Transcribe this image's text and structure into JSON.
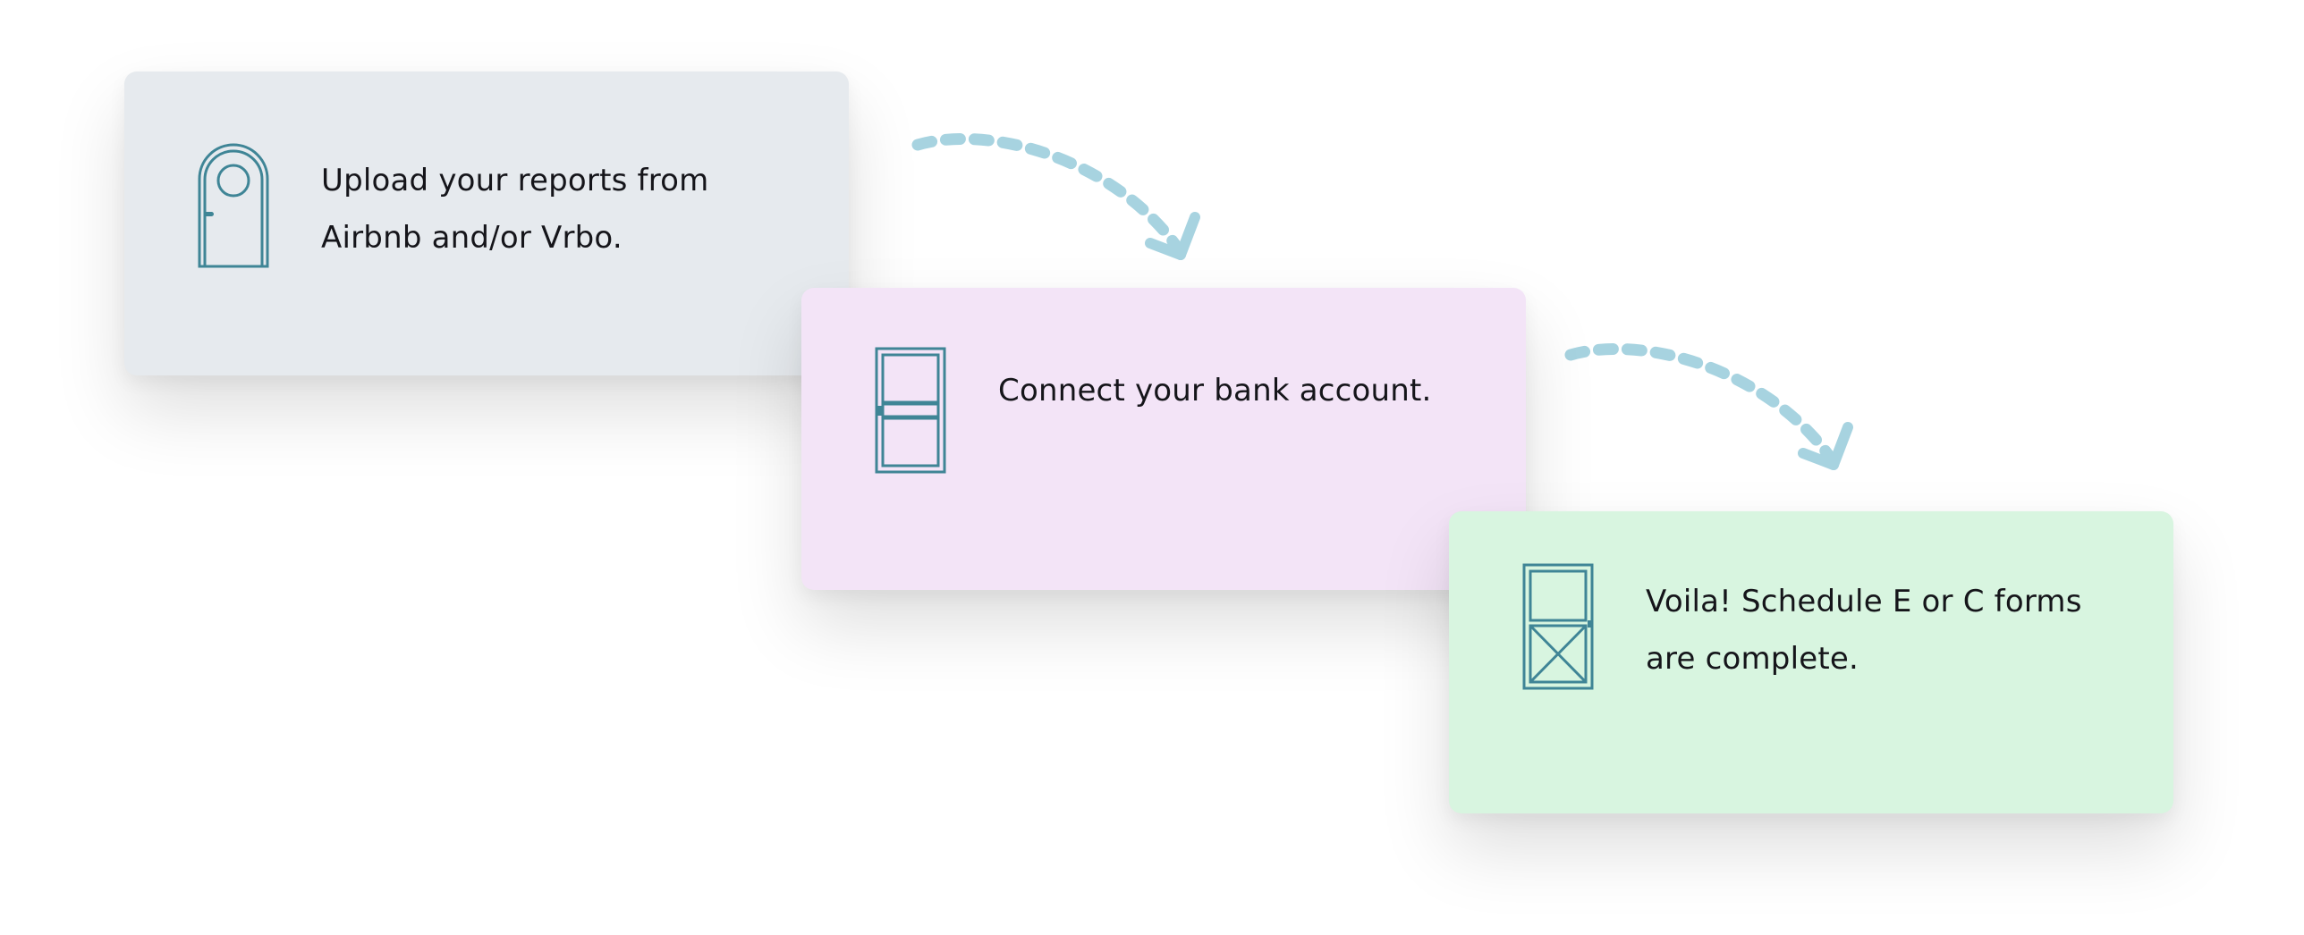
{
  "steps": [
    {
      "text": "Upload your reports from Airbnb and/or Vrbo.",
      "icon": "arched-door-icon",
      "background": "#e6eaee"
    },
    {
      "text": "Connect your bank account.",
      "icon": "panel-door-icon",
      "background": "#f3e4f7"
    },
    {
      "text": "Voila! Schedule E or C forms are complete.",
      "icon": "cross-brace-door-icon",
      "background": "#d8f5e0"
    }
  ],
  "colors": {
    "icon_stroke": "#3f8596",
    "arrow": "#a7d3e0",
    "text": "#15151a"
  }
}
